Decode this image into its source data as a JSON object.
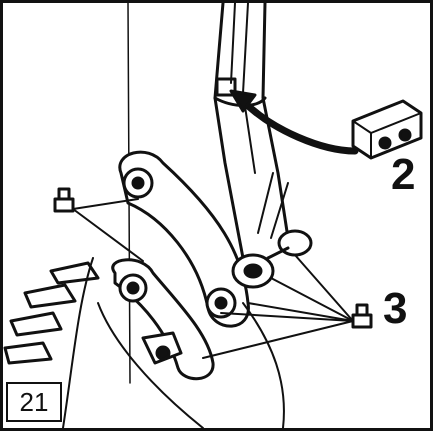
{
  "figure": {
    "step_number": "21",
    "callouts": {
      "grease_gun_adapter": "2",
      "grease_nipples": "3"
    }
  },
  "colors": {
    "ink": "#111111",
    "paper": "#ffffff"
  },
  "icons": [
    "grease-nipple-icon",
    "grease-gun-adapter-icon",
    "curved-arrow-icon"
  ]
}
